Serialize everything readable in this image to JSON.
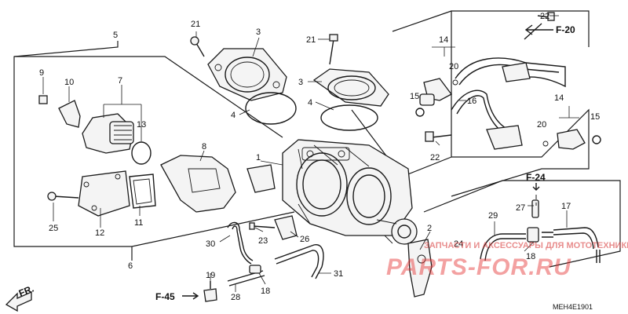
{
  "callouts": [
    "1",
    "2",
    "3",
    "4",
    "5",
    "6",
    "7",
    "8",
    "9",
    "10",
    "11",
    "12",
    "13",
    "14",
    "15",
    "16",
    "17",
    "18",
    "19",
    "20",
    "21",
    "22",
    "23",
    "24",
    "25",
    "26",
    "27",
    "28",
    "29",
    "30",
    "31"
  ],
  "refs": {
    "f20": "F-20",
    "f24": "F-24",
    "f45": "F-45"
  },
  "direction": "FR.",
  "diagram_code": "MEH4E1901",
  "watermark": {
    "subtitle": "ЗАПЧАСТИ И АКСЕССУАРЫ ДЛЯ МОТОТЕХНИКИ",
    "brand": "PARTS-FOR.RU"
  },
  "colors": {
    "line": "#1a1a1a",
    "watermark": "#e63030",
    "background": "#ffffff"
  }
}
